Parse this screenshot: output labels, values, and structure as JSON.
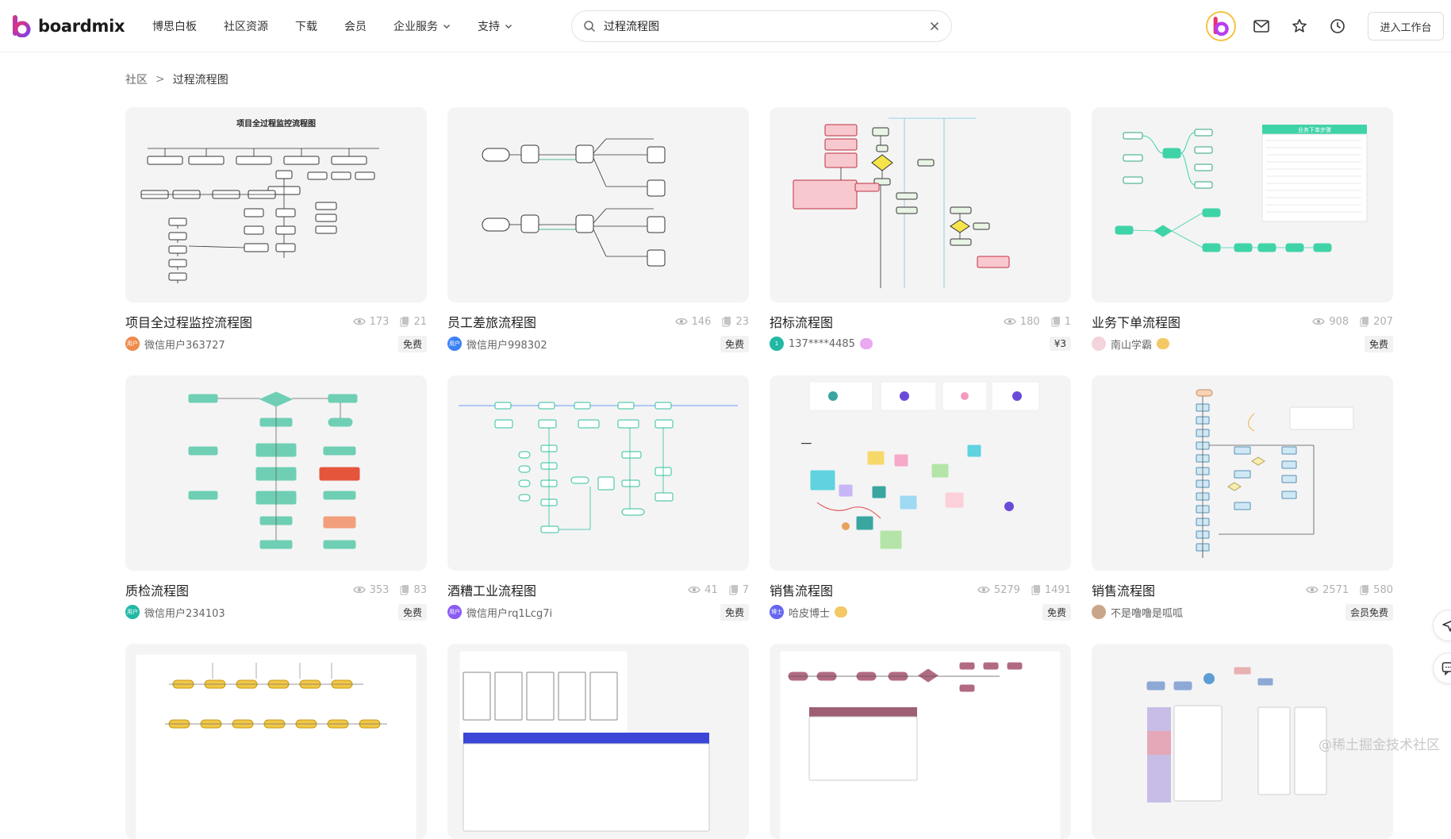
{
  "header": {
    "brand": "boardmix",
    "nav": [
      {
        "label": "博思白板",
        "dropdown": false
      },
      {
        "label": "社区资源",
        "dropdown": false
      },
      {
        "label": "下载",
        "dropdown": false
      },
      {
        "label": "会员",
        "dropdown": false
      },
      {
        "label": "企业服务",
        "dropdown": true
      },
      {
        "label": "支持",
        "dropdown": true
      }
    ],
    "search_value": "过程流程图",
    "workspace_label": "进入工作台"
  },
  "breadcrumb": {
    "root": "社区",
    "separator": ">",
    "current": "过程流程图"
  },
  "cards": [
    {
      "title": "项目全过程监控流程图",
      "views": "173",
      "copies": "21",
      "author": "微信用户363727",
      "avatar_text": "用户",
      "avatar_color": "#f08a4b",
      "price": "免费",
      "thumb": "flow-a",
      "thumb_title": "项目全过程监控流程图"
    },
    {
      "title": "员工差旅流程图",
      "views": "146",
      "copies": "23",
      "author": "微信用户998302",
      "avatar_text": "用户",
      "avatar_color": "#3b82f6",
      "price": "免费",
      "thumb": "flow-b"
    },
    {
      "title": "招标流程图",
      "views": "180",
      "copies": "1",
      "author": "137****4485",
      "avatar_text": "1",
      "avatar_color": "#22b8a6",
      "price": "¥3",
      "thumb": "flow-c"
    },
    {
      "title": "业务下单流程图",
      "views": "908",
      "copies": "207",
      "author": "南山学霸",
      "avatar_text": "",
      "avatar_color": "#f3d3dc",
      "price": "免费",
      "thumb": "flow-d",
      "thumb_title": "业务下单步骤"
    },
    {
      "title": "质检流程图",
      "views": "353",
      "copies": "83",
      "author": "微信用户234103",
      "avatar_text": "用户",
      "avatar_color": "#22b8a6",
      "price": "免费",
      "thumb": "flow-e"
    },
    {
      "title": "酒糟工业流程图",
      "views": "41",
      "copies": "7",
      "author": "微信用户rq1Lcg7i",
      "avatar_text": "用户",
      "avatar_color": "#8b5cf6",
      "price": "免费",
      "thumb": "flow-f"
    },
    {
      "title": "销售流程图",
      "views": "5279",
      "copies": "1491",
      "author": "哈皮博士",
      "avatar_text": "博士",
      "avatar_color": "#6366f1",
      "price": "免费",
      "thumb": "flow-g"
    },
    {
      "title": "销售流程图",
      "views": "2571",
      "copies": "580",
      "author": "不是噜噜是呱呱",
      "avatar_text": "",
      "avatar_color": "#c9a58a",
      "price": "会员免费",
      "thumb": "flow-h"
    },
    {
      "title": "",
      "thumb": "flow-i"
    },
    {
      "title": "",
      "thumb": "flow-j"
    },
    {
      "title": "",
      "thumb": "flow-k"
    },
    {
      "title": "",
      "thumb": "flow-l"
    }
  ],
  "watermark": "@稀土掘金技术社区",
  "colors": {
    "accent": "#22b8a6",
    "brand_pink": "#e8336e",
    "brand_purple": "#7b3ff2"
  }
}
